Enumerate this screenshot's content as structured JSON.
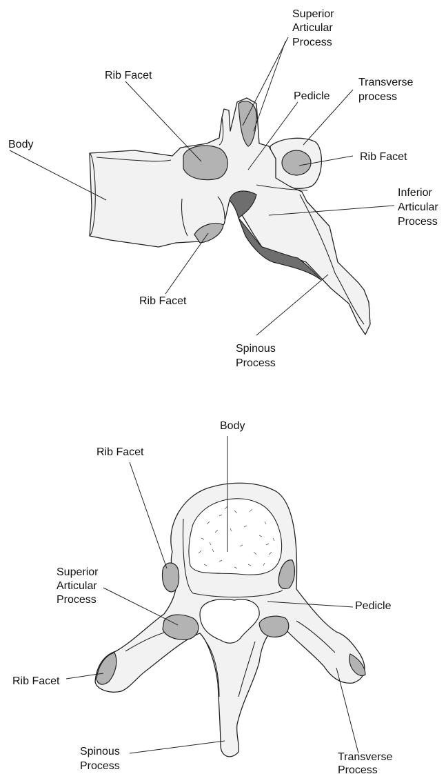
{
  "lateral_view": {
    "labels": {
      "superior_articular_process": [
        "Superior",
        "Articular",
        "Process"
      ],
      "rib_facet_upper": "Rib Facet",
      "pedicle": "Pedicle",
      "transverse_process": [
        "Transverse",
        "process"
      ],
      "body": "Body",
      "rib_facet_transverse": "Rib Facet",
      "inferior_articular_process": [
        "Inferior",
        "Articular",
        "Process"
      ],
      "rib_facet_lower": "Rib Facet",
      "spinous_process": [
        "Spinous",
        "Process"
      ]
    }
  },
  "superior_view": {
    "labels": {
      "body": "Body",
      "rib_facet_upper": "Rib Facet",
      "superior_articular_process": [
        "Superior",
        "Articular",
        "Process"
      ],
      "pedicle": "Pedicle",
      "rib_facet_left": "Rib Facet",
      "spinous_process": [
        "Spinous",
        "Process"
      ],
      "transverse_process": [
        "Transverse",
        "Process"
      ]
    }
  },
  "colors": {
    "bone_fill": "#f2f2f2",
    "facet_fill": "#b3b3b3",
    "outline": "#222222"
  }
}
